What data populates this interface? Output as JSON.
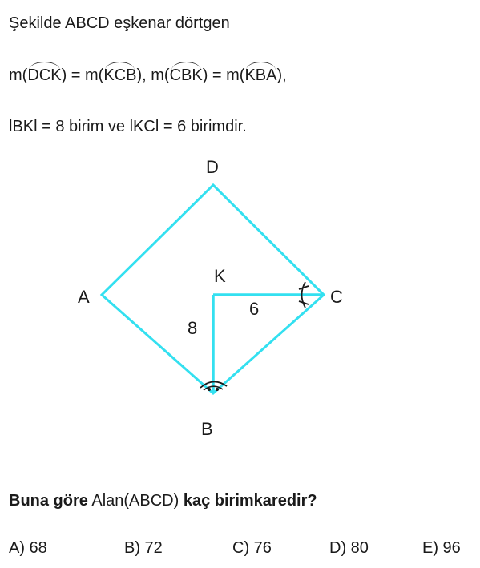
{
  "problem": {
    "line1": "Şekilde ABCD eşkenar dörtgen",
    "line2": {
      "m1": "m(",
      "a1": "DCK",
      "e1": ") = m(",
      "a2": "KCB",
      "e2": "), m(",
      "a3": "CBK",
      "e3": ") = m(",
      "a4": "KBA",
      "e4": "),"
    },
    "line3": "lBKl = 8 birim ve lKCl = 6 birimdir."
  },
  "figure": {
    "labels": {
      "A": "A",
      "B": "B",
      "C": "C",
      "D": "D",
      "K": "K"
    },
    "lengths": {
      "BK": "8",
      "KC": "6"
    },
    "color": "#33e0f0"
  },
  "question": {
    "bold1": "Buna göre",
    "normal": " Alan(ABCD) ",
    "bold2": "kaç birimkaredir?"
  },
  "options": [
    "A) 68",
    "B) 72",
    "C) 76",
    "D) 80",
    "E) 96"
  ]
}
